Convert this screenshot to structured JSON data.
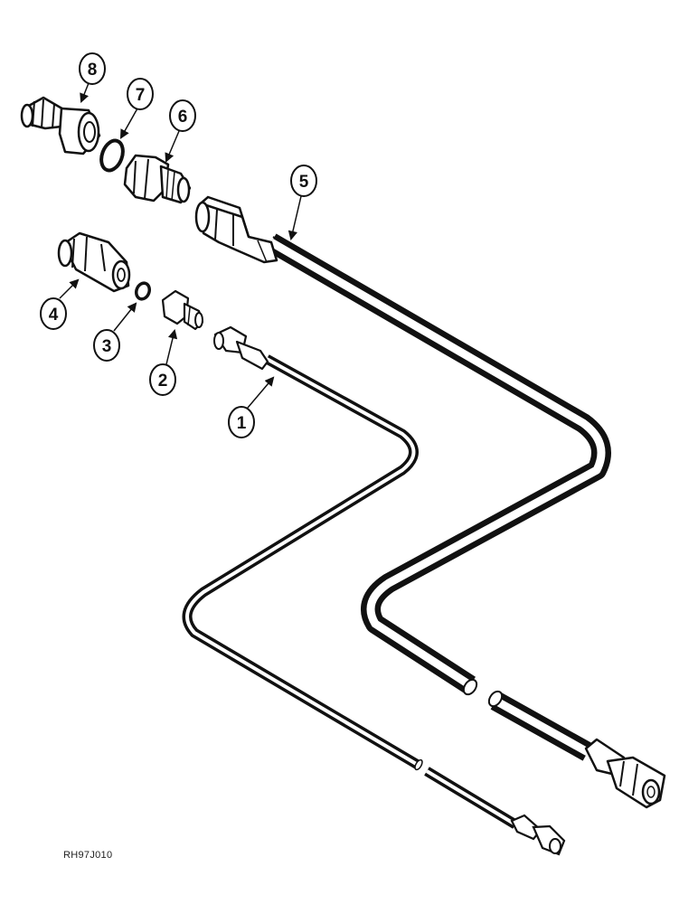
{
  "callouts": [
    {
      "id": "1",
      "label": "1"
    },
    {
      "id": "2",
      "label": "2"
    },
    {
      "id": "3",
      "label": "3"
    },
    {
      "id": "4",
      "label": "4"
    },
    {
      "id": "5",
      "label": "5"
    },
    {
      "id": "6",
      "label": "6"
    },
    {
      "id": "7",
      "label": "7"
    },
    {
      "id": "8",
      "label": "8"
    }
  ],
  "reference_code": "RH97J010",
  "colors": {
    "ink": "#111111",
    "background": "#ffffff",
    "highlight": "#ffffff"
  }
}
